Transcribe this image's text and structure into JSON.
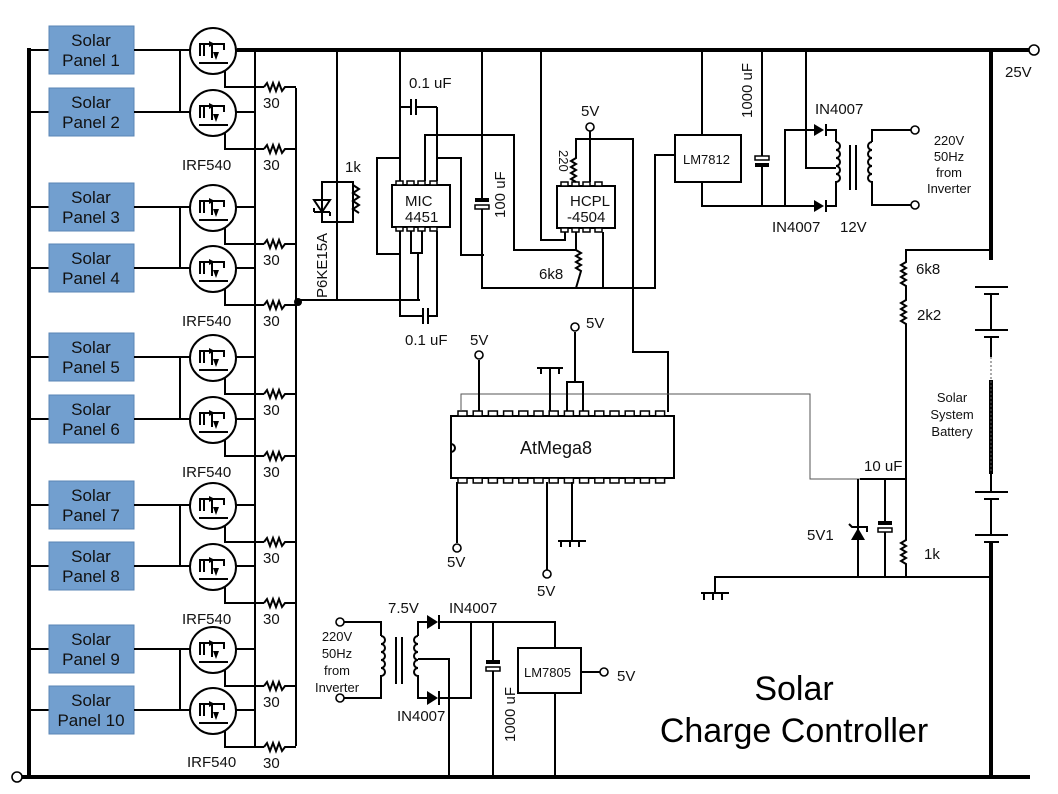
{
  "title": {
    "line1": "Solar",
    "line2": "Charge Controller"
  },
  "panels": [
    {
      "label1": "Solar",
      "label2": "Panel 1"
    },
    {
      "label1": "Solar",
      "label2": "Panel 2"
    },
    {
      "label1": "Solar",
      "label2": "Panel 3"
    },
    {
      "label1": "Solar",
      "label2": "Panel 4"
    },
    {
      "label1": "Solar",
      "label2": "Panel 5"
    },
    {
      "label1": "Solar",
      "label2": "Panel 6"
    },
    {
      "label1": "Solar",
      "label2": "Panel 7"
    },
    {
      "label1": "Solar",
      "label2": "Panel 8"
    },
    {
      "label1": "Solar",
      "label2": "Panel 9"
    },
    {
      "label1": "Solar",
      "label2": "Panel 10"
    }
  ],
  "mosfet_label": "IRF540",
  "gate_resistor": "30",
  "colors": {
    "panel_fill": "#729fcf",
    "panel_border": "#5a85b5",
    "wire": "#000000"
  },
  "components": {
    "tvs": "P6KE15A",
    "r_1k_top": "1k",
    "cap_top": "0.1 uF",
    "cap_bottom": "0.1 uF",
    "driver_line1": "MIC",
    "driver_line2": "4451",
    "cap_100u": "100 uF",
    "opto_line1": "HCPL",
    "opto_line2": "-4504",
    "r_220": "220",
    "r_6k8_opto": "6k8",
    "opto_supply": "5V",
    "reg12": "LM7812",
    "cap_1000u_top": "1000 uF",
    "diode_top": "IN4007",
    "diode_bottom": "IN4007",
    "xfmr_12v": "12V",
    "ac_in_top": [
      "220V",
      "50Hz",
      "from",
      "Inverter"
    ],
    "rail_25v": "25V",
    "mcu": "AtMega8",
    "mcu_5v_a": "5V",
    "mcu_5v_b": "5V",
    "mcu_5v_c": "5V",
    "mcu_5v_d": "5V",
    "r_6k8_div": "6k8",
    "r_2k2": "2k2",
    "cap_10u": "10 uF",
    "zener": "5V1",
    "r_1k_div": "1k",
    "battery": [
      "Solar",
      "System",
      "Battery"
    ],
    "xfmr_7v5": "7.5V",
    "diode_b_top": "IN4007",
    "diode_b_bottom": "IN4007",
    "ac_in_bottom": [
      "220V",
      "50Hz",
      "from",
      "Inverter"
    ],
    "cap_1000u_bottom": "1000 uF",
    "reg5": "LM7805",
    "reg5_out": "5V"
  }
}
